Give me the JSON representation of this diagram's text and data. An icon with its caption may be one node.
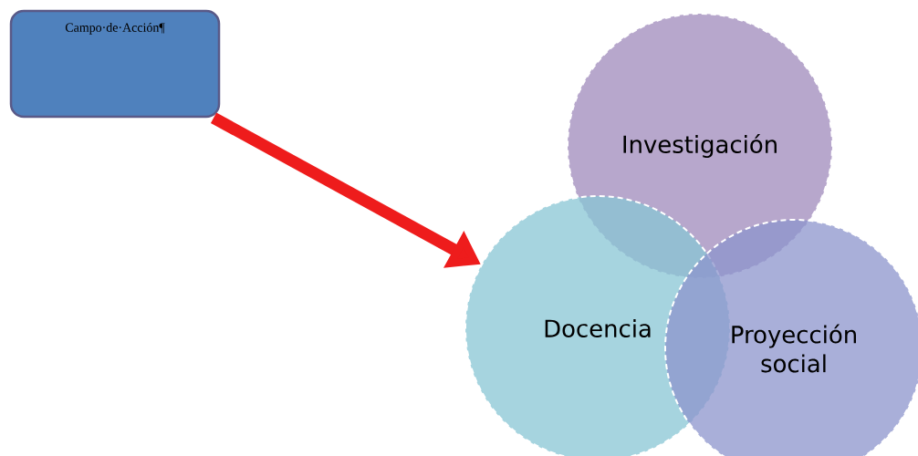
{
  "diagram": {
    "nodes": [
      {
        "text": [
          "Campo·de·Acción¶"
        ]
      },
      {
        "text": [
          "Investigación"
        ]
      },
      {
        "text": [
          "Docencia"
        ]
      },
      {
        "text": [
          "Proyección social"
        ]
      }
    ],
    "edges": [
      {
        "from": 0,
        "to": 2,
        "arrow": "to"
      }
    ]
  }
}
